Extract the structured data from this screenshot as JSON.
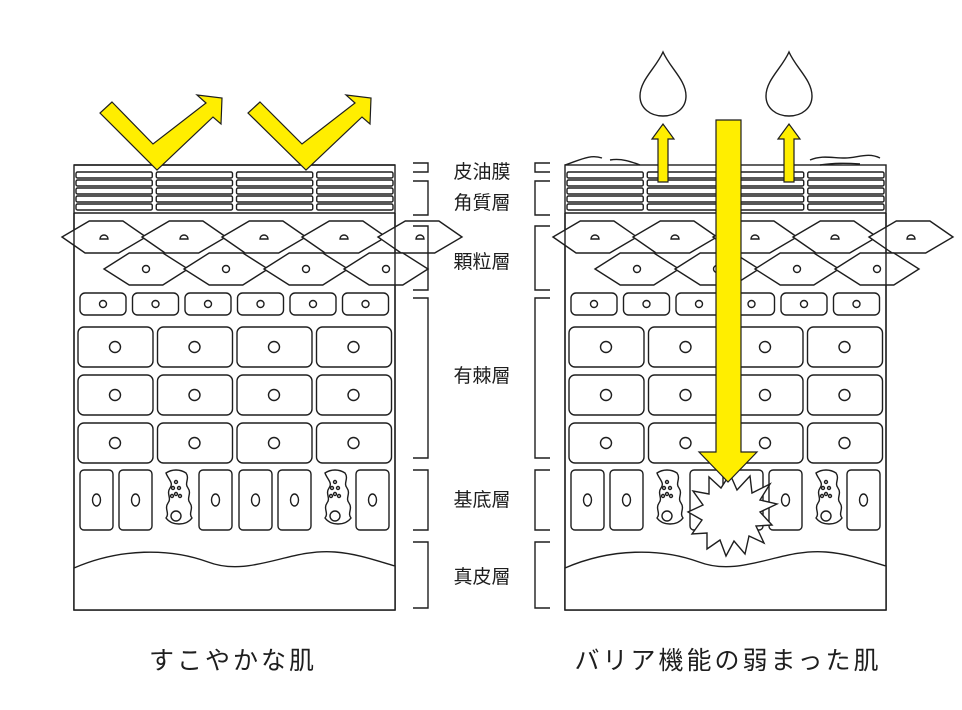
{
  "layers": [
    {
      "key": "sebum",
      "label": "皮油膜"
    },
    {
      "key": "stratum_corneum",
      "label": "角質層"
    },
    {
      "key": "stratum_granulosum",
      "label": "顆粒層"
    },
    {
      "key": "stratum_spinosum",
      "label": "有棘層"
    },
    {
      "key": "stratum_basale",
      "label": "基底層"
    },
    {
      "key": "dermis",
      "label": "真皮層"
    }
  ],
  "captions": {
    "healthy": "すこやかな肌",
    "damaged": "バリア機能の弱まった肌"
  },
  "colors": {
    "arrow": "#ffee00",
    "line": "#1e1e1e",
    "background": "#ffffff"
  }
}
